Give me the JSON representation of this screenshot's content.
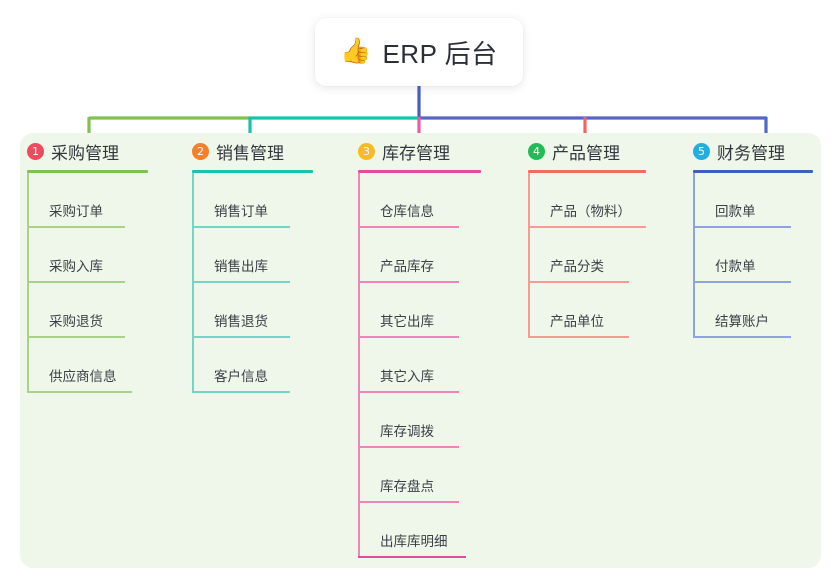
{
  "root": {
    "icon": "thumbs-up-icon",
    "emoji": "👍",
    "title": "ERP 后台"
  },
  "panel": {
    "background": "#eef7e9"
  },
  "connectors": {
    "trunk_color": "#4b5bc4",
    "bus_left_color": "#7fc24e",
    "bus_mid_color": "#17c3ab",
    "bus_right_color": "#5765c8"
  },
  "columns": [
    {
      "index": "1",
      "title": "采购管理",
      "badge_color": "#ef4b5e",
      "line_color": "#7fc24e",
      "leaf_line_color": "#a8d28a",
      "drop_color": "#7fc24e",
      "items": [
        {
          "label": "采购订单"
        },
        {
          "label": "采购入库"
        },
        {
          "label": "采购退货"
        },
        {
          "label": "供应商信息"
        }
      ]
    },
    {
      "index": "2",
      "title": "销售管理",
      "badge_color": "#f2802c",
      "line_color": "#17c3ab",
      "leaf_line_color": "#71d6c6",
      "drop_color": "#17c3ab",
      "items": [
        {
          "label": "销售订单"
        },
        {
          "label": "销售出库"
        },
        {
          "label": "销售退货"
        },
        {
          "label": "客户信息"
        }
      ]
    },
    {
      "index": "3",
      "title": "库存管理",
      "badge_color": "#f9ba26",
      "line_color": "#e9489c",
      "leaf_line_color": "#ee86b9",
      "drop_color": "#ee5ba4",
      "items": [
        {
          "label": "仓库信息"
        },
        {
          "label": "产品库存"
        },
        {
          "label": "其它出库"
        },
        {
          "label": "其它入库"
        },
        {
          "label": "库存调拨"
        },
        {
          "label": "库存盘点"
        },
        {
          "label": "出库库明细"
        }
      ]
    },
    {
      "index": "4",
      "title": "产品管理",
      "badge_color": "#22bb55",
      "line_color": "#f36a62",
      "leaf_line_color": "#f69b94",
      "drop_color": "#f3655c",
      "items": [
        {
          "label": "产品（物料）"
        },
        {
          "label": "产品分类"
        },
        {
          "label": "产品单位"
        }
      ]
    },
    {
      "index": "5",
      "title": "财务管理",
      "badge_color": "#23aee2",
      "line_color": "#3f5fc0",
      "leaf_line_color": "#8fa4de",
      "drop_color": "#4b6bc8",
      "items": [
        {
          "label": "回款单"
        },
        {
          "label": "付款单"
        },
        {
          "label": "结算账户"
        }
      ]
    }
  ]
}
